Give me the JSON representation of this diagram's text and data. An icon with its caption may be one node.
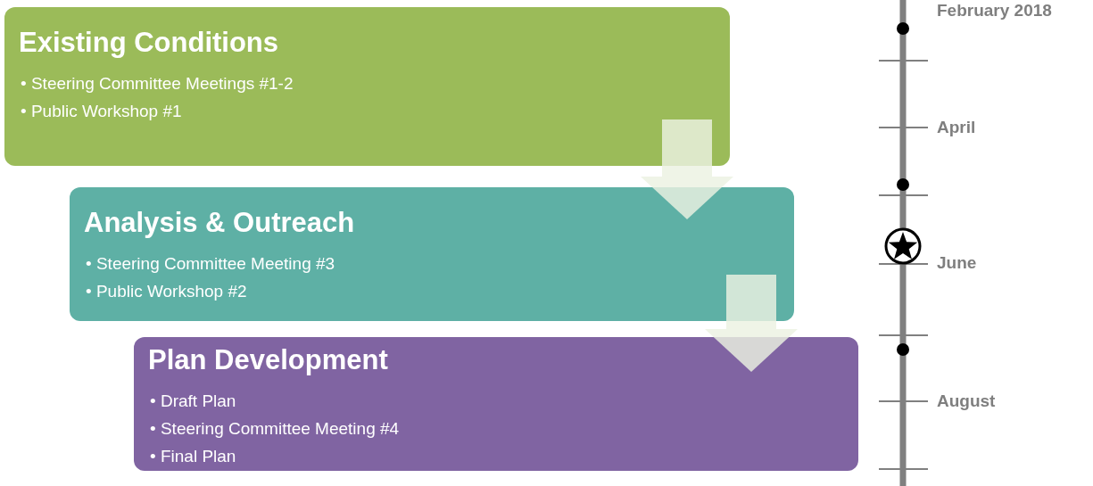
{
  "diagram": {
    "nodes": [
      {
        "text": [
          "Existing Conditions",
          "• Steering Committee Meetings #1-2",
          "• Public Workshop #1"
        ]
      },
      {
        "text": [
          "Analysis & Outreach",
          "• Steering Committee Meeting #3",
          "• Public Workshop #2"
        ]
      },
      {
        "text": [
          "Plan Development",
          "• Draft Plan",
          "• Steering Committee Meeting #4",
          "• Final Plan"
        ]
      }
    ],
    "edges": [
      {
        "from": 0,
        "to": 1,
        "arrow": "to"
      },
      {
        "from": 1,
        "to": 2,
        "arrow": "to"
      }
    ],
    "labels": [
      "February 2018",
      "April",
      "June",
      "August"
    ]
  }
}
